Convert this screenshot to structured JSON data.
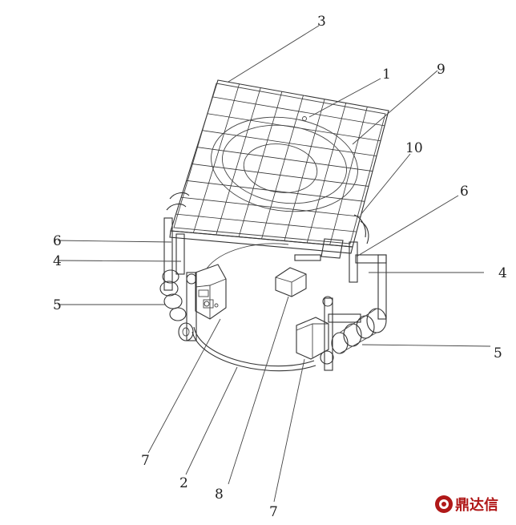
{
  "labels": {
    "l1": "1",
    "l2": "2",
    "l3": "3",
    "l4a": "4",
    "l4b": "4",
    "l5a": "5",
    "l5b": "5",
    "l6a": "6",
    "l6b": "6",
    "l7a": "7",
    "l7b": "7",
    "l8": "8",
    "l9": "9",
    "l10": "10"
  },
  "watermark": {
    "text": "鼎达信",
    "color": "#b01818"
  }
}
